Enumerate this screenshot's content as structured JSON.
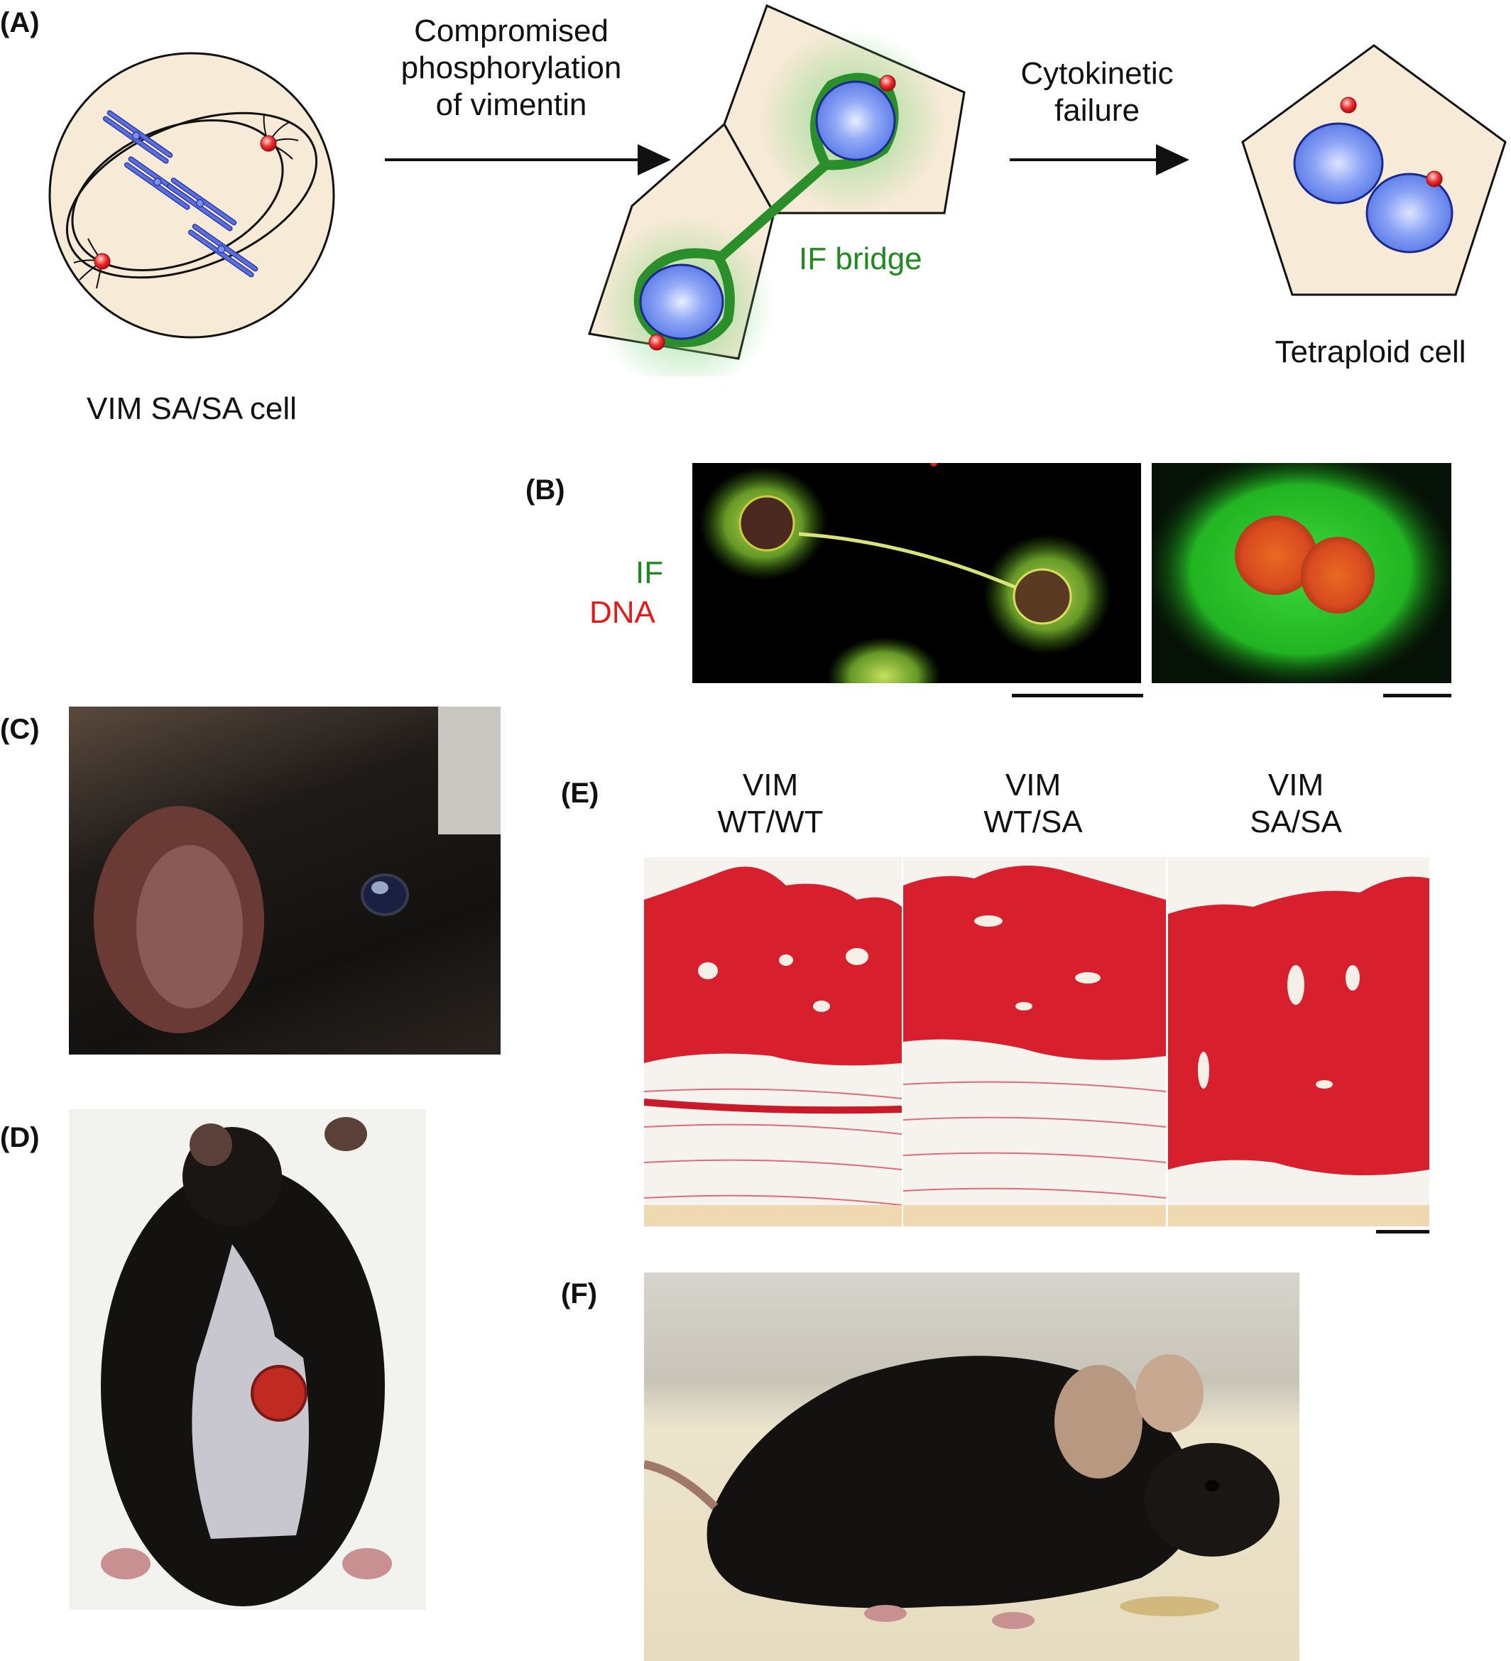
{
  "panels": {
    "a": {
      "label": "(A)",
      "arrow1_text": [
        "Compromised",
        "phosphorylation",
        "of vimentin"
      ],
      "arrow2_text": [
        "Cytokinetic",
        "failure"
      ],
      "bridge_label": "IF bridge",
      "cell1_caption": "VIM SA/SA cell",
      "cell3_caption": "Tetraploid cell"
    },
    "b": {
      "label": "(B)",
      "legend_if": "IF",
      "legend_dna": "DNA"
    },
    "c": {
      "label": "(C)"
    },
    "d": {
      "label": "(D)"
    },
    "e": {
      "label": "(E)",
      "columns": [
        {
          "line1": "VIM",
          "line2": "WT/WT"
        },
        {
          "line1": "VIM",
          "line2": "WT/SA"
        },
        {
          "line1": "VIM",
          "line2": "SA/SA"
        }
      ]
    },
    "f": {
      "label": "(F)"
    }
  },
  "colors": {
    "cell_fill": "#f7ead7",
    "nucleus": "#6e8ef0",
    "chromosome": "#5b6fe0",
    "centrosome": "#e0202a",
    "if_green": "#1f8a1f",
    "dna_red": "#e21a1a",
    "picro_red": "#d81f2e"
  }
}
